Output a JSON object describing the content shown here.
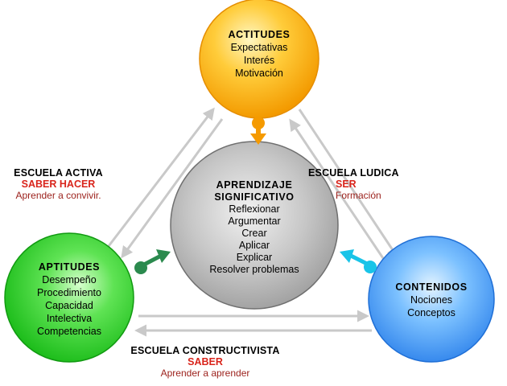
{
  "nodes": {
    "actitudes": {
      "title": "ACTITUDES",
      "items": [
        "Expectativas",
        "Interés",
        "Motivación"
      ]
    },
    "aprendizaje": {
      "title_lines": [
        "APRENDIZAJE",
        "SIGNIFICATIVO"
      ],
      "items": [
        "Reflexionar",
        "Argumentar",
        "Crear",
        "Aplicar",
        "Explicar",
        "Resolver problemas"
      ]
    },
    "aptitudes": {
      "title": "APTITUDES",
      "items": [
        "Desempeño",
        "Procedimiento",
        "Capacidad",
        "Intelectiva",
        "Competencias"
      ]
    },
    "contenidos": {
      "title": "CONTENIDOS",
      "items": [
        "Nociones",
        "Conceptos"
      ]
    }
  },
  "schools": {
    "activa": {
      "name": "ESCUELA ACTIVA",
      "key": "SABER HACER",
      "sub": "Aprender a convivir."
    },
    "ludica": {
      "name": "ESCUELA LUDICA",
      "key": "SER",
      "sub": "Formación"
    },
    "constructivista": {
      "name": "ESCUELA CONSTRUCTIVISTA",
      "key": "SABER",
      "sub": "Aprender a aprender"
    }
  },
  "colors": {
    "actitudes": "#f6a800",
    "aptitudes": "#1ecb1e",
    "contenidos": "#2f8ff2",
    "aprendizaje": "#a7a7a7",
    "connector": "#c9c9c9",
    "school_key": "#d9241b",
    "school_sub": "#9b1f1a",
    "pointer_orange": "#f59a00",
    "pointer_green": "#2b8a4e",
    "pointer_cyan": "#19c4e8"
  }
}
